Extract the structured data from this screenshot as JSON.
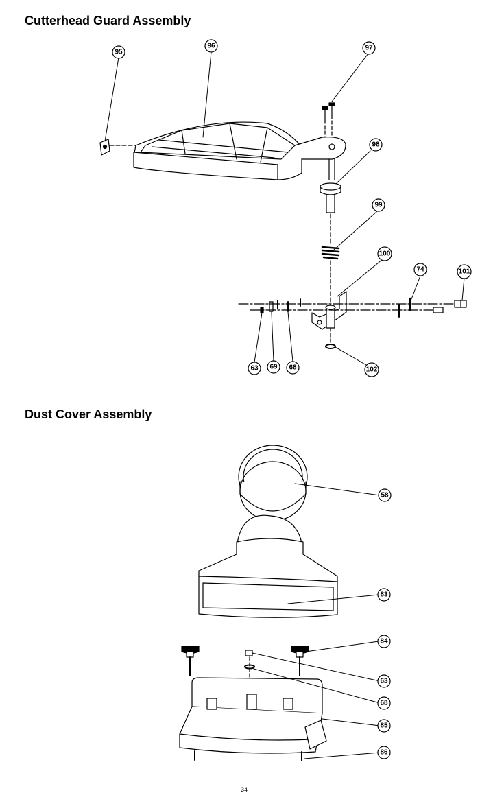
{
  "sections": {
    "cutterhead": {
      "title": "Cutterhead Guard Assembly",
      "callouts": [
        "95",
        "96",
        "97",
        "98",
        "99",
        "100",
        "74",
        "101",
        "63",
        "69",
        "68",
        "102"
      ]
    },
    "dustcover": {
      "title": "Dust Cover Assembly",
      "callouts": [
        "58",
        "83",
        "84",
        "63",
        "68",
        "85",
        "86"
      ]
    }
  },
  "page_number": "34"
}
